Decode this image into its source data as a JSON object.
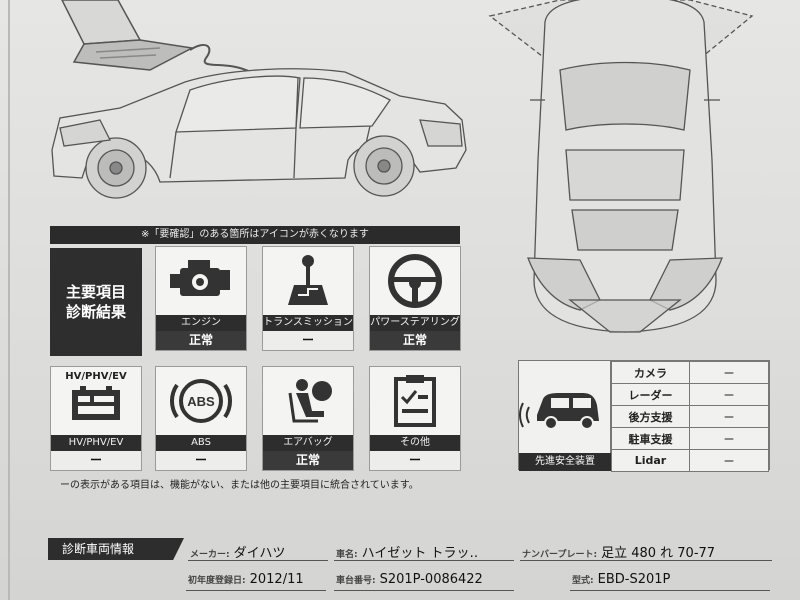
{
  "notice": "※「要確認」のある箇所はアイコンが赤くなります",
  "main_card": {
    "line1": "主要項目",
    "line2": "診断結果"
  },
  "cards": [
    {
      "icon": "engine-icon",
      "label": "エンジン",
      "status": "正常"
    },
    {
      "icon": "gear-shift-icon",
      "label": "トランスミッション",
      "status": "ー"
    },
    {
      "icon": "steering-wheel-icon",
      "label": "パワーステアリング",
      "status": "正常"
    },
    {
      "icon": "hybrid-battery-icon",
      "title": "HV/PHV/EV",
      "label": "HV/PHV/EV",
      "status": "ー"
    },
    {
      "icon": "abs-icon",
      "icon_text": "ABS",
      "label": "ABS",
      "status": "ー"
    },
    {
      "icon": "airbag-icon",
      "label": "エアバッグ",
      "status": "正常"
    },
    {
      "icon": "checklist-icon",
      "label": "その他",
      "status": "ー"
    }
  ],
  "footnote": "ーの表示がある項目は、機能がない、または他の主要項目に統合されています。",
  "adas": {
    "caption": "先進安全装置",
    "rows": [
      {
        "name": "カメラ",
        "value": "ー"
      },
      {
        "name": "レーダー",
        "value": "ー"
      },
      {
        "name": "後方支援",
        "value": "ー"
      },
      {
        "name": "駐車支援",
        "value": "ー"
      },
      {
        "name": "Lidar",
        "value": "ー"
      }
    ]
  },
  "vehicle_info": {
    "section_title": "診断車両情報",
    "maker_label": "メーカー:",
    "maker": "ダイハツ",
    "model_label": "車名:",
    "model": "ハイゼット トラッ‥",
    "plate_label": "ナンバープレート:",
    "plate": "足立 480 れ 70-77",
    "reg_label": "初年度登録日:",
    "reg": "2012/11",
    "chassis_label": "車台番号:",
    "chassis": "S201P-0086422",
    "type_label": "型式:",
    "type": "EBD-S201P"
  }
}
